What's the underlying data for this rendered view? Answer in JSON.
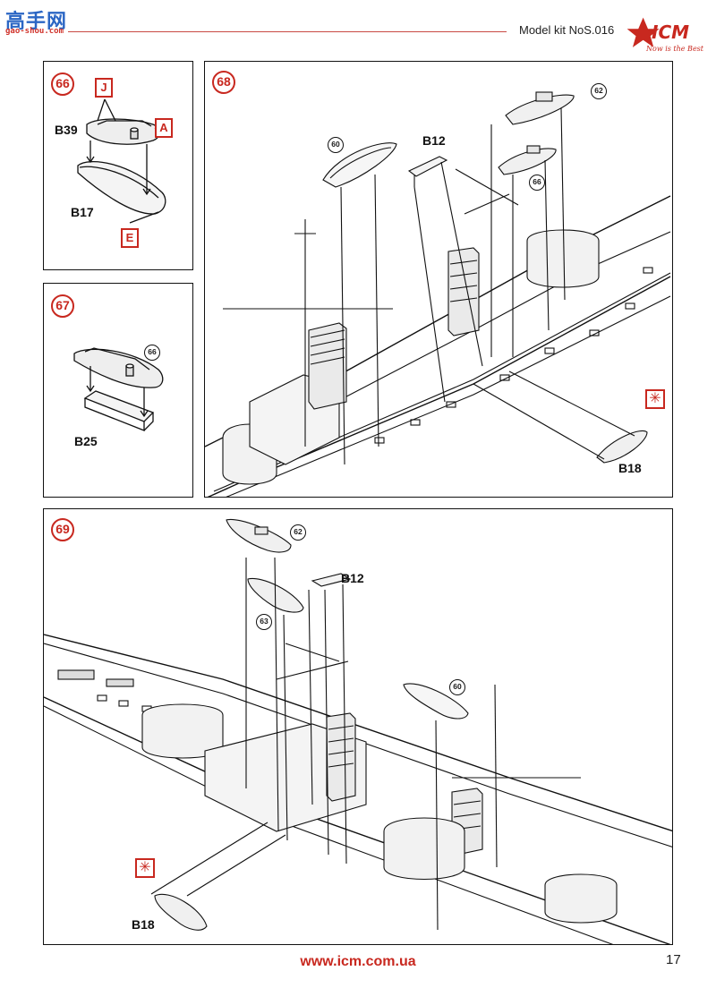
{
  "header": {
    "left_logo_text": "高手网",
    "left_logo_sub": "gao-shou.com",
    "kit_label": "Model kit NoS.016",
    "brand": "ICM",
    "brand_tagline": "Now is the Best"
  },
  "steps": {
    "s66": {
      "number": "66",
      "parts": {
        "b39": "B39",
        "b17": "B17"
      },
      "paints": {
        "j": "J",
        "a": "A",
        "e": "E"
      }
    },
    "s67": {
      "number": "67",
      "ref": "66",
      "part": "B25"
    },
    "s68": {
      "number": "68",
      "refs": {
        "r60": "60",
        "r62": "62",
        "r66": "66"
      },
      "parts": {
        "b12": "B12",
        "b18": "B18"
      },
      "marker": "✳"
    },
    "s69": {
      "number": "69",
      "refs": {
        "r62": "62",
        "r63": "63",
        "r60": "60"
      },
      "parts": {
        "b12": "B12",
        "b18": "B18"
      },
      "marker": "✳"
    }
  },
  "footer": {
    "url": "www.icm.com.ua",
    "page": "17"
  },
  "colors": {
    "accent_red": "#c8281f",
    "line": "#111111"
  }
}
